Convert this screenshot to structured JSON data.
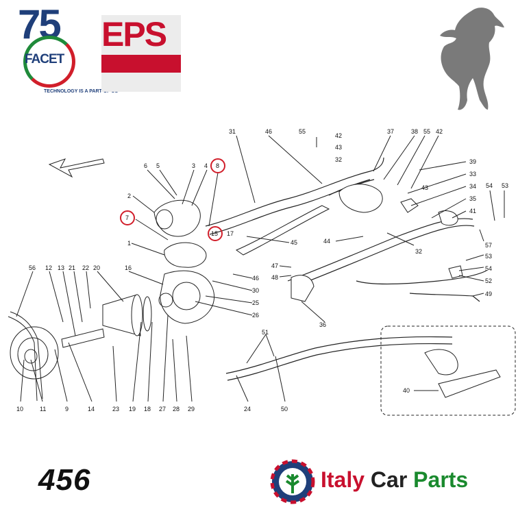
{
  "logos": {
    "facet_number": "75",
    "facet_name": "FACET",
    "facet_tagline": "TECHNOLOGY IS A PART OF US",
    "eps_text": "EPS",
    "horse_icon": "prancing-horse-icon"
  },
  "model_number": "456",
  "brand": {
    "part1": "Italy",
    "part2": "Car",
    "part3": "Parts"
  },
  "callouts": [
    "31",
    "46",
    "55",
    "42",
    "43",
    "32",
    "37",
    "38",
    "55",
    "42",
    "39",
    "33",
    "34",
    "35",
    "41",
    "54",
    "53",
    "6",
    "5",
    "3",
    "4",
    "8",
    "2",
    "7",
    "15",
    "17",
    "45",
    "1",
    "43",
    "44",
    "32",
    "57",
    "53",
    "54",
    "52",
    "49",
    "56",
    "12",
    "13",
    "21",
    "22",
    "20",
    "16",
    "46",
    "30",
    "25",
    "26",
    "47",
    "48",
    "36",
    "51",
    "10",
    "11",
    "9",
    "14",
    "23",
    "19",
    "18",
    "27",
    "28",
    "29",
    "24",
    "50",
    "40"
  ],
  "highlighted_callouts": [
    "8",
    "7",
    "15"
  ],
  "colors": {
    "highlight_ring": "#d11e2a",
    "facet_blue": "#1f3f7a",
    "eps_red": "#c8102e",
    "brand_green": "#1a8a2e"
  }
}
